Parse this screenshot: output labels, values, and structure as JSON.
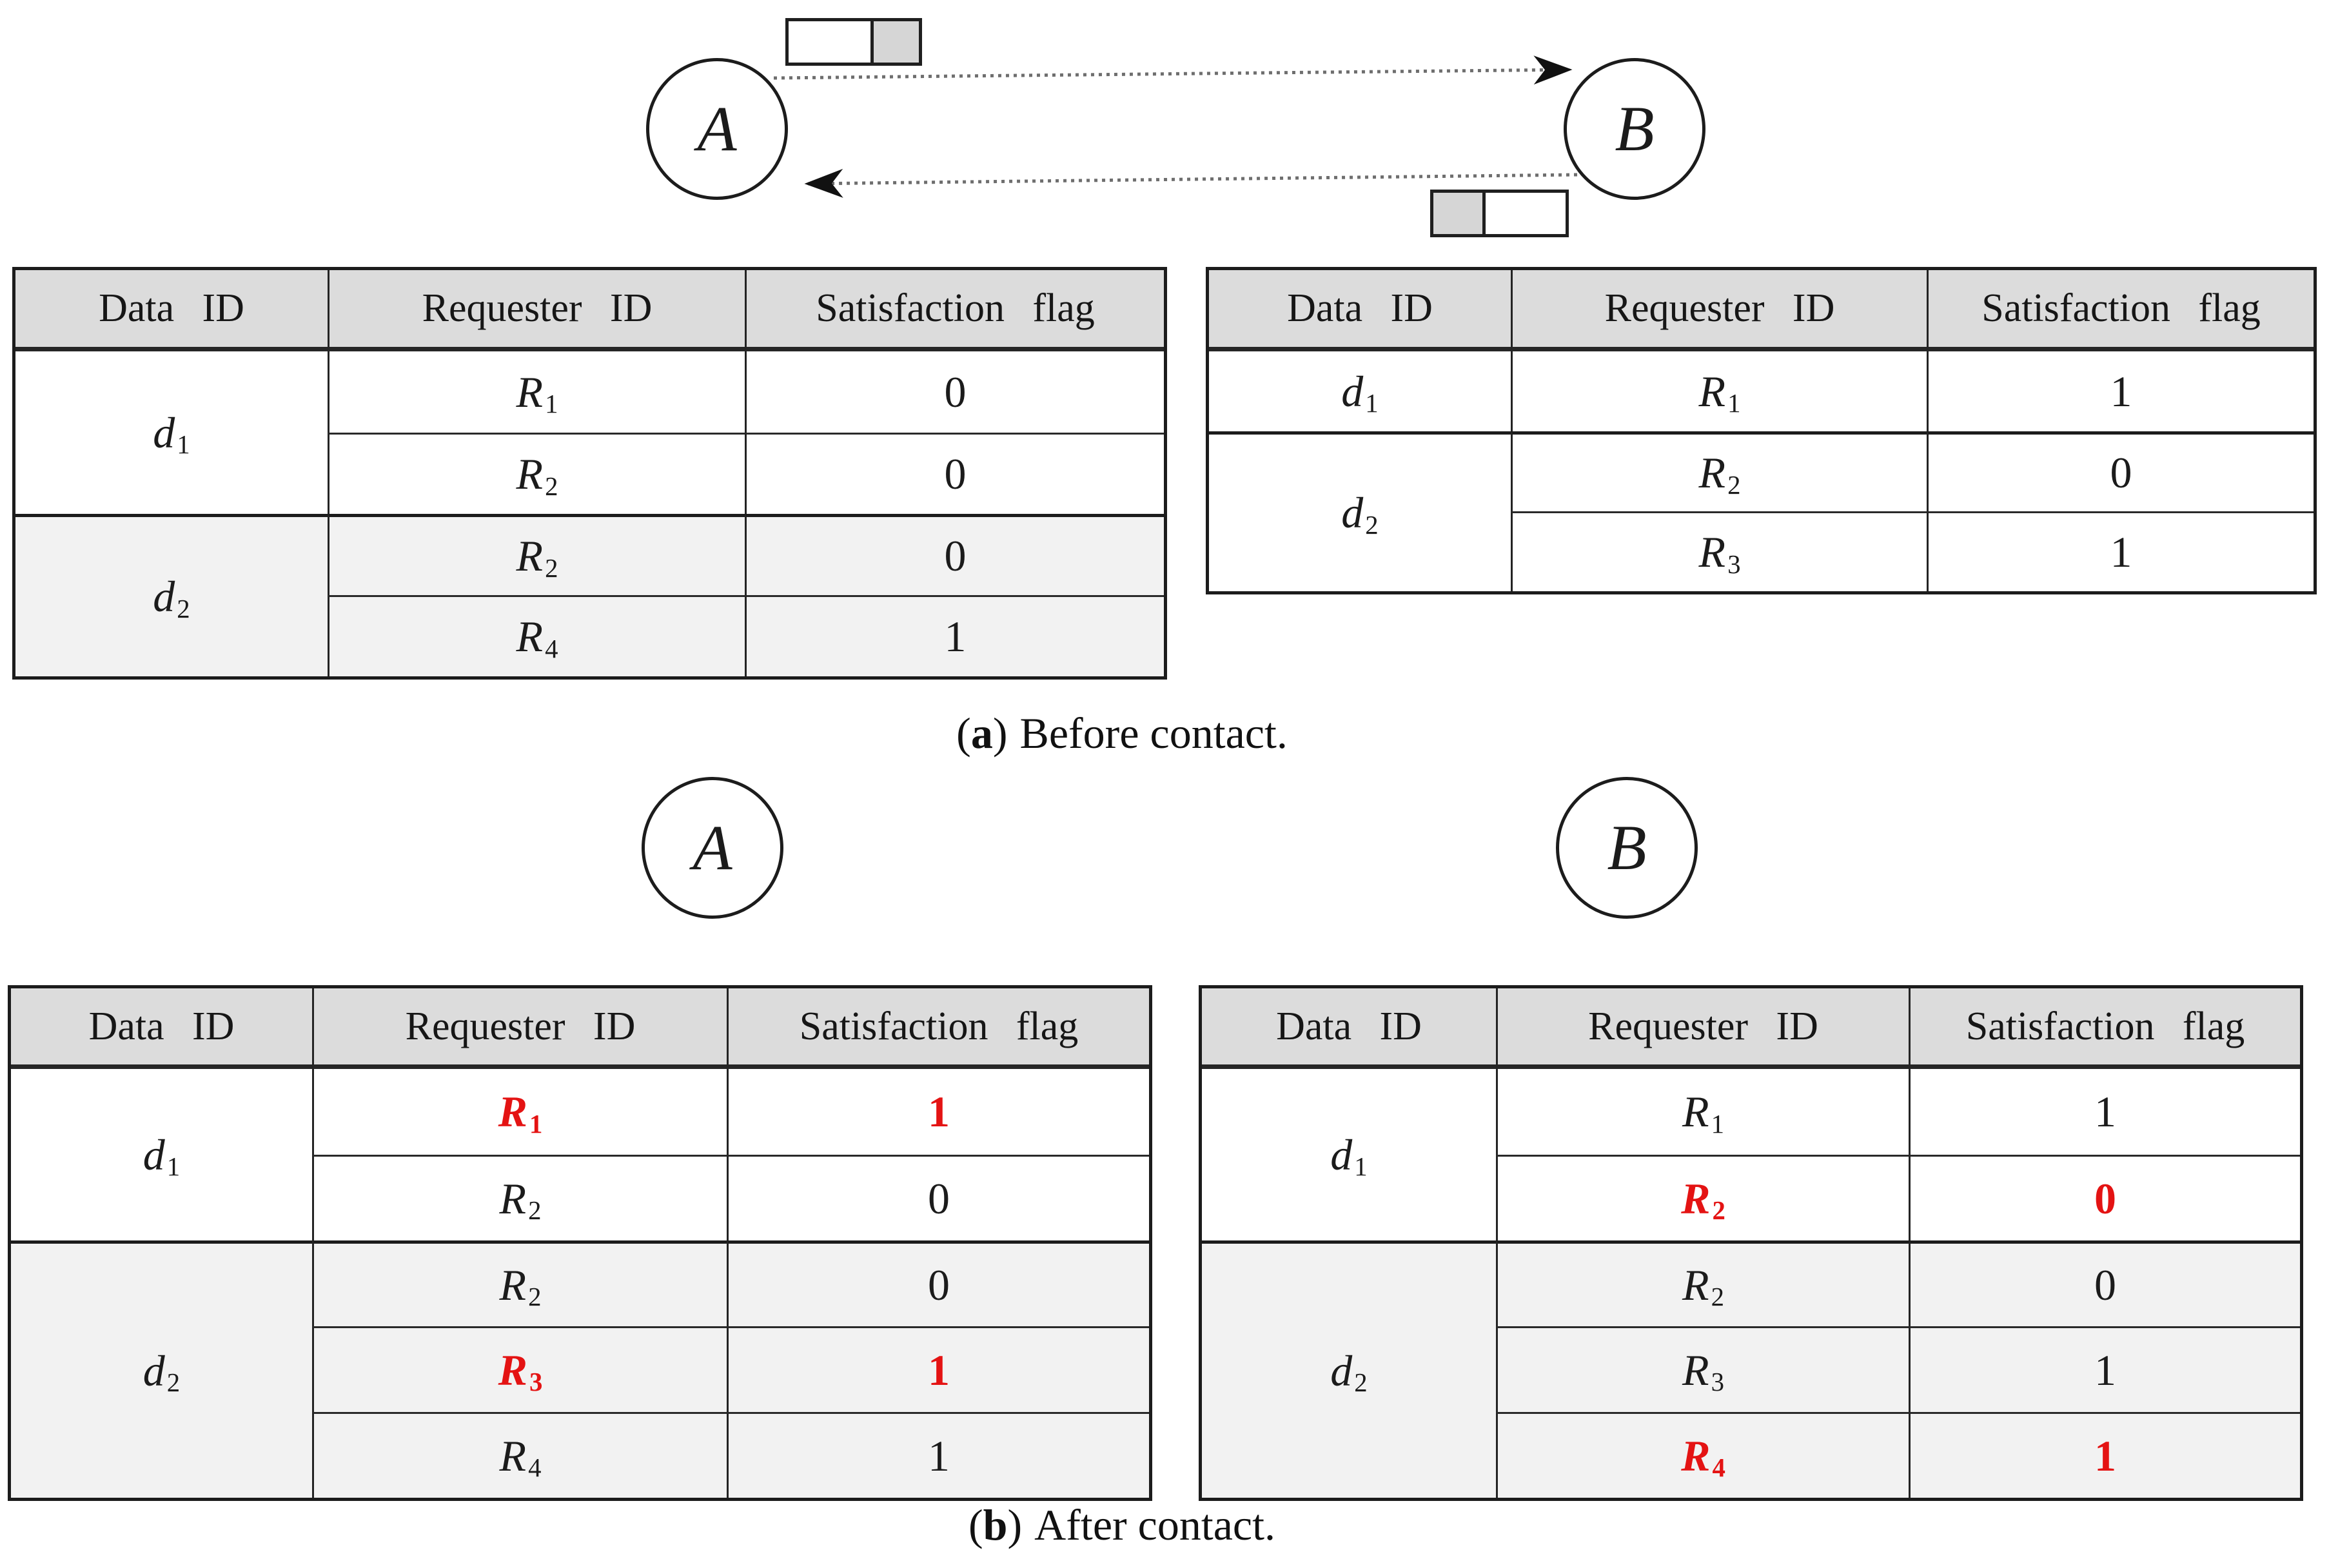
{
  "palette": {
    "red": "#e41313",
    "header_bg": "#dcdcdc",
    "shade_bg": "#f2f2f2",
    "packet_fill": "#d6d6d6",
    "line": "#1c1c1c",
    "dash": "#6e6e6e"
  },
  "nodes": {
    "a": "A",
    "b": "B"
  },
  "packets": {
    "a_to_b": {
      "cells": [
        "empty",
        "filled"
      ]
    },
    "b_to_a": {
      "cells": [
        "filled",
        "empty"
      ]
    }
  },
  "columns": [
    "Data ID",
    "Requester ID",
    "Satisfaction flag"
  ],
  "sections": [
    {
      "caption": {
        "open": "(",
        "label": "a",
        "close": ")",
        "text": "Before contact."
      },
      "tables": [
        {
          "node": "A",
          "groups": [
            {
              "data": {
                "base": "d",
                "sub": "1"
              },
              "shaded": false,
              "rows": [
                {
                  "req": {
                    "base": "R",
                    "sub": "1"
                  },
                  "flag": "0",
                  "highlight": false
                },
                {
                  "req": {
                    "base": "R",
                    "sub": "2"
                  },
                  "flag": "0",
                  "highlight": false
                }
              ]
            },
            {
              "data": {
                "base": "d",
                "sub": "2"
              },
              "shaded": true,
              "rows": [
                {
                  "req": {
                    "base": "R",
                    "sub": "2"
                  },
                  "flag": "0",
                  "highlight": false
                },
                {
                  "req": {
                    "base": "R",
                    "sub": "4"
                  },
                  "flag": "1",
                  "highlight": false
                }
              ]
            }
          ]
        },
        {
          "node": "B",
          "groups": [
            {
              "data": {
                "base": "d",
                "sub": "1"
              },
              "shaded": false,
              "rows": [
                {
                  "req": {
                    "base": "R",
                    "sub": "1"
                  },
                  "flag": "1",
                  "highlight": false
                }
              ]
            },
            {
              "data": {
                "base": "d",
                "sub": "2"
              },
              "shaded": false,
              "rows": [
                {
                  "req": {
                    "base": "R",
                    "sub": "2"
                  },
                  "flag": "0",
                  "highlight": false
                },
                {
                  "req": {
                    "base": "R",
                    "sub": "3"
                  },
                  "flag": "1",
                  "highlight": false
                }
              ]
            }
          ]
        }
      ]
    },
    {
      "caption": {
        "open": "(",
        "label": "b",
        "close": ")",
        "text": "After contact."
      },
      "tables": [
        {
          "node": "A",
          "groups": [
            {
              "data": {
                "base": "d",
                "sub": "1"
              },
              "shaded": false,
              "rows": [
                {
                  "req": {
                    "base": "R",
                    "sub": "1"
                  },
                  "flag": "1",
                  "highlight": true
                },
                {
                  "req": {
                    "base": "R",
                    "sub": "2"
                  },
                  "flag": "0",
                  "highlight": false
                }
              ]
            },
            {
              "data": {
                "base": "d",
                "sub": "2"
              },
              "shaded": true,
              "rows": [
                {
                  "req": {
                    "base": "R",
                    "sub": "2"
                  },
                  "flag": "0",
                  "highlight": false
                },
                {
                  "req": {
                    "base": "R",
                    "sub": "3"
                  },
                  "flag": "1",
                  "highlight": true
                },
                {
                  "req": {
                    "base": "R",
                    "sub": "4"
                  },
                  "flag": "1",
                  "highlight": false
                }
              ]
            }
          ]
        },
        {
          "node": "B",
          "groups": [
            {
              "data": {
                "base": "d",
                "sub": "1"
              },
              "shaded": false,
              "rows": [
                {
                  "req": {
                    "base": "R",
                    "sub": "1"
                  },
                  "flag": "1",
                  "highlight": false
                },
                {
                  "req": {
                    "base": "R",
                    "sub": "2"
                  },
                  "flag": "0",
                  "highlight": true
                }
              ]
            },
            {
              "data": {
                "base": "d",
                "sub": "2"
              },
              "shaded": true,
              "rows": [
                {
                  "req": {
                    "base": "R",
                    "sub": "2"
                  },
                  "flag": "0",
                  "highlight": false
                },
                {
                  "req": {
                    "base": "R",
                    "sub": "3"
                  },
                  "flag": "1",
                  "highlight": false
                },
                {
                  "req": {
                    "base": "R",
                    "sub": "4"
                  },
                  "flag": "1",
                  "highlight": true
                }
              ]
            }
          ]
        }
      ]
    }
  ]
}
